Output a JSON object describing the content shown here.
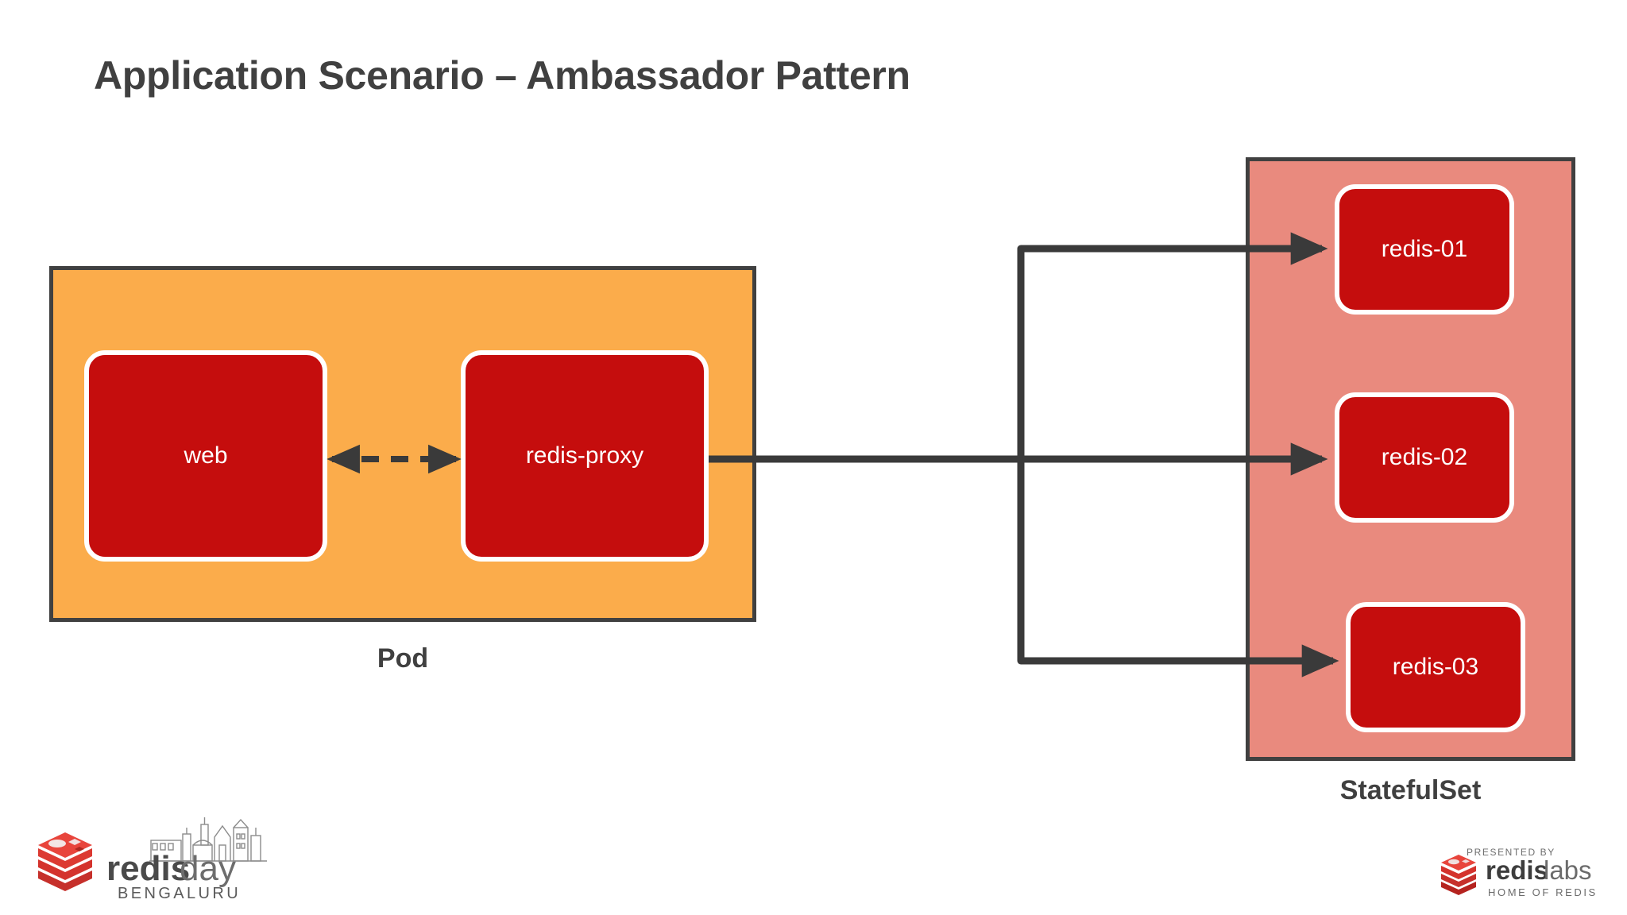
{
  "slide": {
    "title": "Application Scenario – Ambassador Pattern",
    "background_color": "#ffffff"
  },
  "pod": {
    "label": "Pod",
    "fill_color": "#FBAC4B",
    "border_color": "#404040",
    "containers": [
      {
        "name": "web",
        "fill_color": "#C50D0D",
        "text_color": "#FFFFFF"
      },
      {
        "name": "redis-proxy",
        "fill_color": "#C50D0D",
        "text_color": "#FFFFFF"
      }
    ]
  },
  "statefulset": {
    "label": "StatefulSet",
    "fill_color": "#E98A7E",
    "border_color": "#404040",
    "pods": [
      {
        "name": "redis-01",
        "fill_color": "#C50D0D",
        "text_color": "#FFFFFF"
      },
      {
        "name": "redis-02",
        "fill_color": "#C50D0D",
        "text_color": "#FFFFFF"
      },
      {
        "name": "redis-03",
        "fill_color": "#C50D0D",
        "text_color": "#FFFFFF"
      }
    ]
  },
  "connectors": {
    "stroke_color": "#3A3A3A",
    "internal_link": {
      "from": "web",
      "to": "redis-proxy",
      "style": "dashed",
      "direction": "bidirectional"
    },
    "external_links": [
      {
        "from": "redis-proxy",
        "to": "redis-01",
        "style": "solid",
        "direction": "forward"
      },
      {
        "from": "redis-proxy",
        "to": "redis-02",
        "style": "solid",
        "direction": "forward"
      },
      {
        "from": "redis-proxy",
        "to": "redis-03",
        "style": "solid",
        "direction": "forward"
      }
    ]
  },
  "branding": {
    "event_logo": {
      "icon": "redis-cube-icon",
      "word_primary": "redis",
      "word_secondary": "day",
      "city": "BENGALURU",
      "skyline_icon": "bengaluru-skyline-icon"
    },
    "sponsor_logo": {
      "icon": "redis-cube-icon",
      "presented_by": "PRESENTED BY",
      "word_primary": "redis",
      "word_secondary": "labs",
      "tagline": "HOME OF REDIS"
    }
  }
}
